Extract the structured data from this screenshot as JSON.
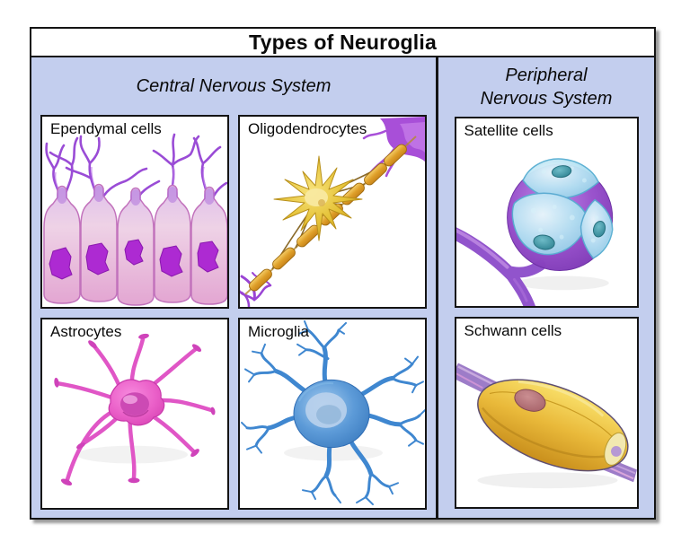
{
  "title": "Types of Neuroglia",
  "cns": {
    "label": "Central Nervous System",
    "panels": [
      {
        "label": "Ependymal cells"
      },
      {
        "label": "Oligodendrocytes"
      },
      {
        "label": "Astrocytes"
      },
      {
        "label": "Microglia"
      }
    ]
  },
  "pns": {
    "label": "Peripheral Nervous System",
    "panels": [
      {
        "label": "Satellite cells"
      },
      {
        "label": "Schwann cells"
      }
    ]
  },
  "colors": {
    "background": "#ffffff",
    "table_blue": "#c3ceee",
    "border_black": "#141414",
    "ependymal_cell_pink": "#edcae0",
    "ependymal_nucleus_magenta": "#ad2ad2",
    "process_purple": "#9a4cd6",
    "oligodendrocyte_yellow": "#e9c63a",
    "myelin_gold": "#d79128",
    "satellite_cell_blue": "#b5e2f2",
    "satellite_nucleus_teal": "#2e8292",
    "neuron_soma_purple": "#9850cc",
    "astrocyte_pink": "#ee66cc",
    "microglia_blue": "#4f93d8",
    "schwann_gold": "#e9b93a",
    "axon_purple": "#9d7cc8"
  }
}
